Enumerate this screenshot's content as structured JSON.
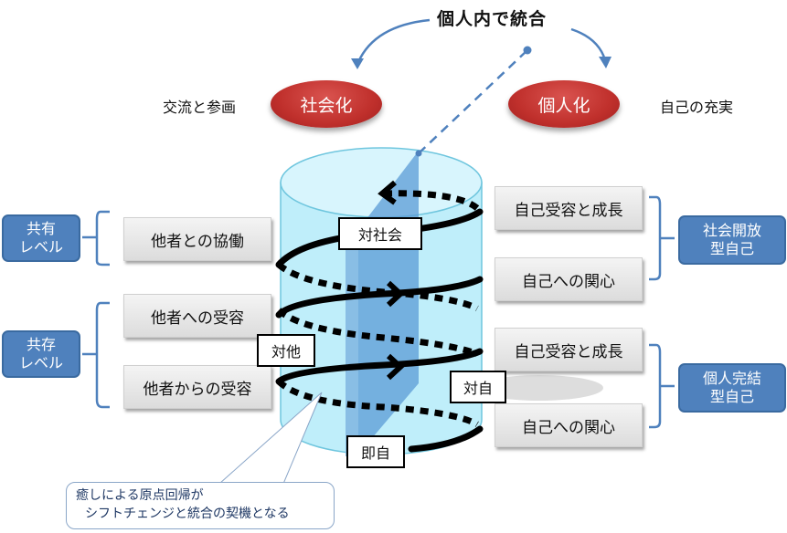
{
  "title": "個人内で統合",
  "top": {
    "left_caption": "交流と参画",
    "left_ellipse": "社会化",
    "right_ellipse": "個人化",
    "right_caption": "自己の充実"
  },
  "left_groups": [
    {
      "label_line1": "共有",
      "label_line2": "レベル",
      "items": [
        "他者との協働"
      ]
    },
    {
      "label_line1": "共存",
      "label_line2": "レベル",
      "items": [
        "他者への受容",
        "他者からの受容"
      ]
    }
  ],
  "right_groups": [
    {
      "label_line1": "社会開放",
      "label_line2": "型自己",
      "items": [
        "自己受容と成長",
        "自己への関心"
      ]
    },
    {
      "label_line1": "個人完結",
      "label_line2": "型自己",
      "items": [
        "自己受容と成長",
        "自己への関心"
      ]
    }
  ],
  "spiral_labels": {
    "social": "対社会",
    "other": "対他",
    "self": "対自",
    "in_self": "即自"
  },
  "callout": {
    "line1": "癒しによる原点回帰が",
    "line2": "シフトチェンジと統合の契機となる"
  },
  "colors": {
    "accent_blue": "#4f81bd",
    "ellipse_red": "#c0302c",
    "cylinder": "#bfeefa",
    "panel": "#5b9bd5"
  }
}
